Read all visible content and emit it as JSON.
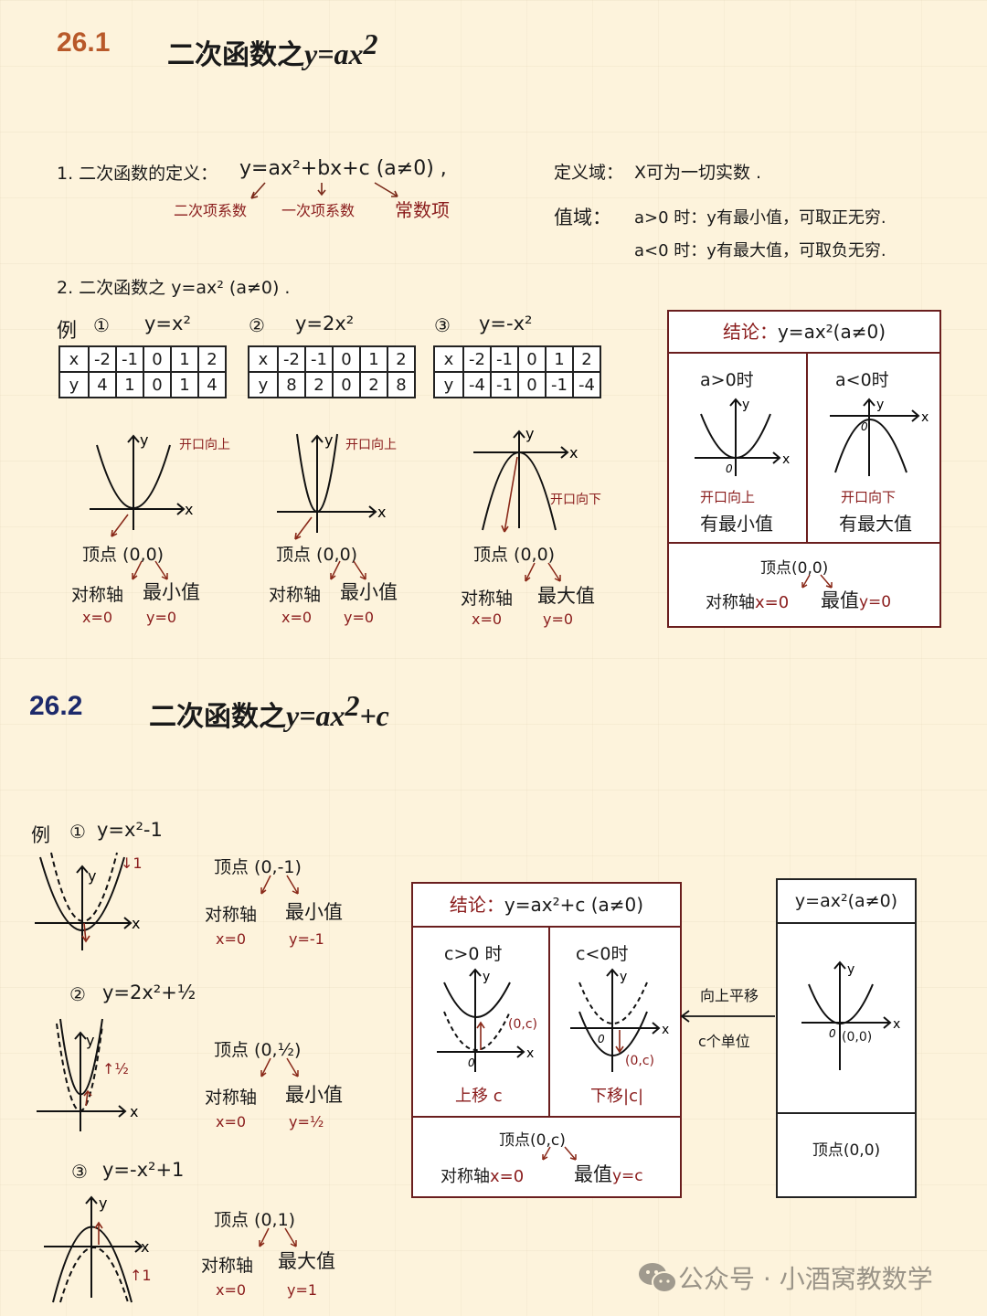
{
  "section1": {
    "number": "26.1",
    "number_color": "#b8592a",
    "title_cn": "二次函数之",
    "title_math": "y=ax",
    "title_sup": "2",
    "definition": {
      "label": "1. 二次函数的定义：",
      "formula": "y=ax²+bx+c (a≠0) ,",
      "annotations": [
        "二次项系数",
        "一次项系数",
        "常数项"
      ]
    },
    "domain": {
      "label": "定义域：",
      "text": "X可为一切实数 ."
    },
    "range": {
      "label": "值域：",
      "line1": "a>0 时：y有最小值，可取正无穷.",
      "line2": "a<0 时：y有最大值，可取负无穷."
    },
    "part2_heading": "2. 二次函数之 y=ax² (a≠0) .",
    "example_label": "例",
    "examples": [
      {
        "marker": "①",
        "formula": "y=x²",
        "table": {
          "x": [
            "x",
            "-2",
            "-1",
            "0",
            "1",
            "2"
          ],
          "y": [
            "y",
            "4",
            "1",
            "0",
            "1",
            "4"
          ]
        },
        "opening": "开口向上",
        "vertex": "顶点 (0,0)",
        "axis_label": "对称轴",
        "axis_value": "x=0",
        "extreme_label": "最小值",
        "extreme_value": "y=0"
      },
      {
        "marker": "②",
        "formula": "y=2x²",
        "table": {
          "x": [
            "x",
            "-2",
            "-1",
            "0",
            "1",
            "2"
          ],
          "y": [
            "y",
            "8",
            "2",
            "0",
            "2",
            "8"
          ]
        },
        "opening": "开口向上",
        "vertex": "顶点 (0,0)",
        "axis_label": "对称轴",
        "axis_value": "x=0",
        "extreme_label": "最小值",
        "extreme_value": "y=0"
      },
      {
        "marker": "③",
        "formula": "y=-x²",
        "table": {
          "x": [
            "x",
            "-2",
            "-1",
            "0",
            "1",
            "2"
          ],
          "y": [
            "y",
            "-4",
            "-1",
            "0",
            "-1",
            "-4"
          ]
        },
        "opening": "开口向下",
        "vertex": "顶点 (0,0)",
        "axis_label": "对称轴",
        "axis_value": "x=0",
        "extreme_label": "最大值",
        "extreme_value": "y=0"
      }
    ],
    "conclusion": {
      "title_label": "结论：",
      "title_formula": "y=ax²(a≠0)",
      "left": {
        "condition": "a>0时",
        "opening": "开口向上",
        "extreme": "有最小值"
      },
      "right": {
        "condition": "a<0时",
        "opening": "开口向下",
        "extreme": "有最大值"
      },
      "vertex": "顶点(0,0)",
      "axis": "对称轴",
      "axis_value": "x=0",
      "extreme": "最值",
      "extreme_value": "y=0"
    }
  },
  "section2": {
    "number": "26.2",
    "number_color": "#1d2a6b",
    "title_cn": "二次函数之",
    "title_math": "y=ax",
    "title_sup": "2",
    "title_tail": "+c",
    "example_label": "例",
    "examples": [
      {
        "marker": "①",
        "formula": "y=x²-1",
        "shift": "↓1",
        "vertex": "顶点 (0,-1)",
        "axis_label": "对称轴",
        "axis_value": "x=0",
        "extreme_label": "最小值",
        "extreme_value": "y=-1"
      },
      {
        "marker": "②",
        "formula": "y=2x²+½",
        "shift": "↑½",
        "vertex": "顶点 (0,½)",
        "axis_label": "对称轴",
        "axis_value": "x=0",
        "extreme_label": "最小值",
        "extreme_value": "y=½"
      },
      {
        "marker": "③",
        "formula": "y=-x²+1",
        "shift": "↑1",
        "vertex": "顶点 (0,1)",
        "axis_label": "对称轴",
        "axis_value": "x=0",
        "extreme_label": "最大值",
        "extreme_value": "y=1"
      }
    ],
    "conclusion": {
      "title_label": "结论：",
      "title_formula": "y=ax²+c (a≠0)",
      "left": {
        "condition": "c>0 时",
        "point": "(0,c)",
        "shift": "上移 c"
      },
      "right": {
        "condition": "c<0时",
        "point": "(0,c)",
        "shift": "下移|c|"
      },
      "vertex": "顶点(0,c)",
      "axis": "对称轴",
      "axis_value": "x=0",
      "extreme": "最值",
      "extreme_value": "y=c"
    },
    "arrow_label_top": "向上平移",
    "arrow_label_bottom": "c个单位",
    "base_box": {
      "title": "y=ax²(a≠0)",
      "point": "(0,0)",
      "vertex": "顶点(0,0)"
    }
  },
  "axis_labels": {
    "x": "x",
    "y": "y",
    "origin": "0"
  },
  "watermark": "公众号 · 小酒窝教数学"
}
